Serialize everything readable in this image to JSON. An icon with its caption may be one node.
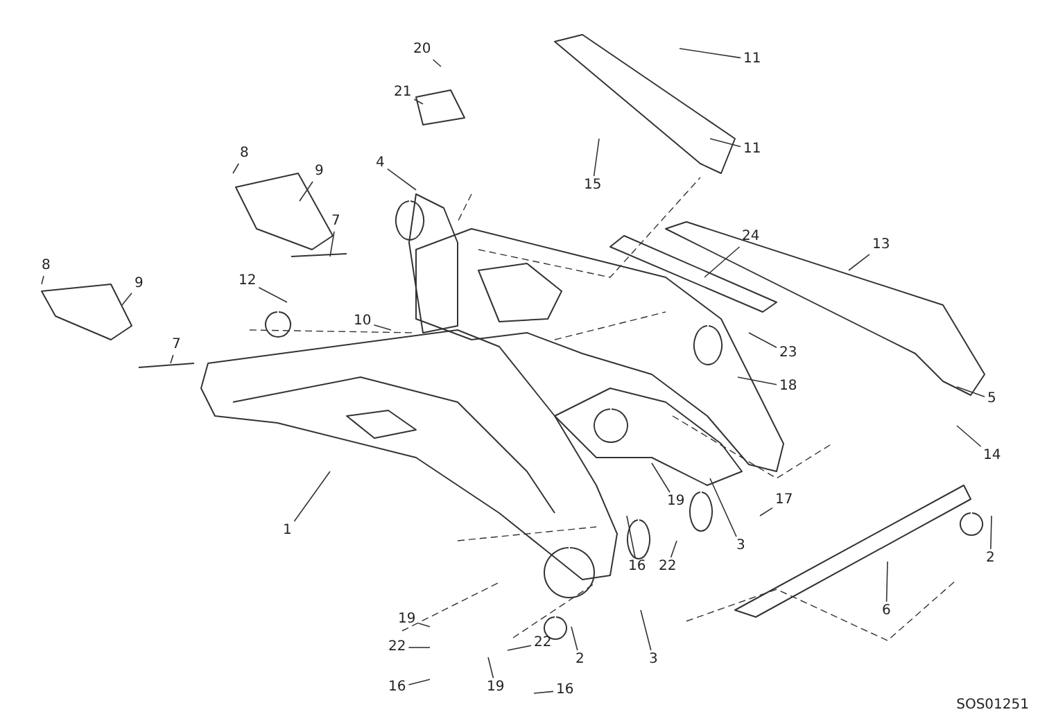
{
  "diagram": {
    "nodes": [
      {
        "text": [
          "20"
        ]
      },
      {
        "text": [
          "11"
        ]
      },
      {
        "text": [
          "11"
        ]
      },
      {
        "text": [
          "21"
        ]
      },
      {
        "text": [
          "4"
        ]
      },
      {
        "text": [
          "15"
        ]
      },
      {
        "text": [
          "8"
        ]
      },
      {
        "text": [
          "9"
        ]
      },
      {
        "text": [
          "7"
        ]
      },
      {
        "text": [
          "8"
        ]
      },
      {
        "text": [
          "9"
        ]
      },
      {
        "text": [
          "7"
        ]
      },
      {
        "text": [
          "12"
        ]
      },
      {
        "text": [
          "10"
        ]
      },
      {
        "text": [
          "24"
        ]
      },
      {
        "text": [
          "13"
        ]
      },
      {
        "text": [
          "23"
        ]
      },
      {
        "text": [
          "18"
        ]
      },
      {
        "text": [
          "5"
        ]
      },
      {
        "text": [
          "14"
        ]
      },
      {
        "text": [
          "1"
        ]
      },
      {
        "text": [
          "17"
        ]
      },
      {
        "text": [
          "19"
        ]
      },
      {
        "text": [
          "3"
        ]
      },
      {
        "text": [
          "16"
        ]
      },
      {
        "text": [
          "22"
        ]
      },
      {
        "text": [
          "2"
        ]
      },
      {
        "text": [
          "6"
        ]
      },
      {
        "text": [
          "3"
        ]
      },
      {
        "text": [
          "19"
        ]
      },
      {
        "text": [
          "22"
        ]
      },
      {
        "text": [
          "16"
        ]
      },
      {
        "text": [
          "2"
        ]
      },
      {
        "text": [
          "19"
        ]
      },
      {
        "text": [
          "22"
        ]
      },
      {
        "text": [
          "16"
        ]
      }
    ],
    "edges": [
      {
        "from": 0,
        "to": null,
        "arrow": "none"
      },
      {
        "from": 1,
        "to": null,
        "arrow": "none"
      },
      {
        "from": 2,
        "to": null,
        "arrow": "none"
      },
      {
        "from": 3,
        "to": null,
        "arrow": "none"
      },
      {
        "from": 4,
        "to": null,
        "arrow": "none"
      },
      {
        "from": 5,
        "to": null,
        "arrow": "none"
      },
      {
        "from": 6,
        "to": null,
        "arrow": "none"
      },
      {
        "from": 7,
        "to": null,
        "arrow": "none"
      },
      {
        "from": 8,
        "to": null,
        "arrow": "none"
      },
      {
        "from": 9,
        "to": null,
        "arrow": "none"
      },
      {
        "from": 10,
        "to": null,
        "arrow": "none"
      },
      {
        "from": 11,
        "to": null,
        "arrow": "none"
      },
      {
        "from": 12,
        "to": null,
        "arrow": "none"
      },
      {
        "from": 13,
        "to": null,
        "arrow": "none"
      },
      {
        "from": 14,
        "to": null,
        "arrow": "none"
      },
      {
        "from": 15,
        "to": null,
        "arrow": "none"
      },
      {
        "from": 16,
        "to": null,
        "arrow": "none"
      },
      {
        "from": 17,
        "to": null,
        "arrow": "none"
      },
      {
        "from": 18,
        "to": null,
        "arrow": "none"
      },
      {
        "from": 19,
        "to": null,
        "arrow": "none"
      },
      {
        "from": 20,
        "to": null,
        "arrow": "none"
      },
      {
        "from": 21,
        "to": null,
        "arrow": "none"
      },
      {
        "from": 22,
        "to": null,
        "arrow": "none"
      },
      {
        "from": 23,
        "to": null,
        "arrow": "none"
      },
      {
        "from": 24,
        "to": null,
        "arrow": "none"
      },
      {
        "from": 25,
        "to": null,
        "arrow": "none"
      },
      {
        "from": 26,
        "to": null,
        "arrow": "none"
      },
      {
        "from": 27,
        "to": null,
        "arrow": "none"
      },
      {
        "from": 28,
        "to": null,
        "arrow": "none"
      },
      {
        "from": 29,
        "to": null,
        "arrow": "none"
      },
      {
        "from": 30,
        "to": null,
        "arrow": "none"
      },
      {
        "from": 31,
        "to": null,
        "arrow": "none"
      },
      {
        "from": 32,
        "to": null,
        "arrow": "none"
      },
      {
        "from": 33,
        "to": null,
        "arrow": "none"
      },
      {
        "from": 34,
        "to": null,
        "arrow": "none"
      },
      {
        "from": 35,
        "to": null,
        "arrow": "none"
      }
    ],
    "labels": [
      "SOS01251"
    ]
  }
}
